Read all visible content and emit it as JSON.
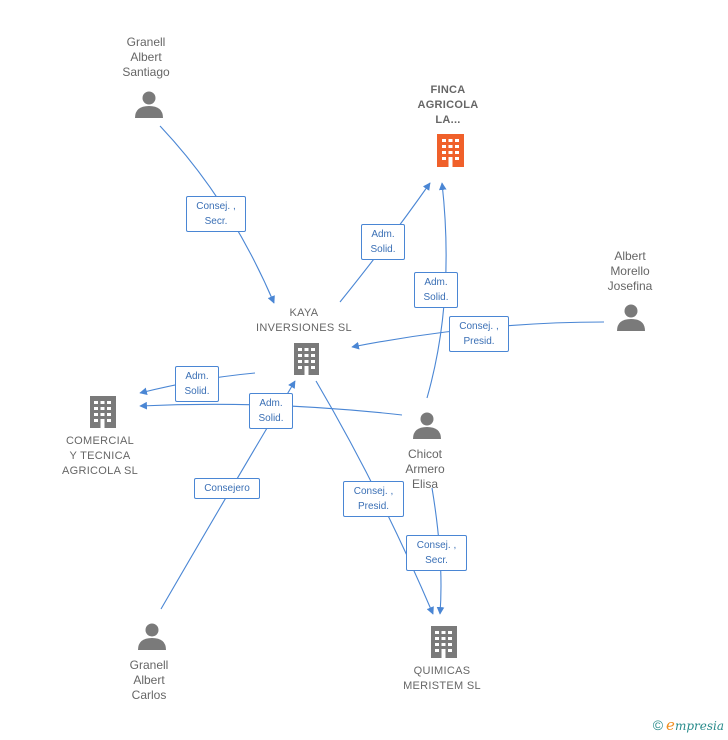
{
  "nodes": {
    "granell_albert_santiago": "Granell\nAlbert\nSantiago",
    "finca_agricola": "FINCA\nAGRICOLA\nLA...",
    "albert_morello_josefina": "Albert\nMorello\nJosefina",
    "kaya_inversiones": "KAYA\nINVERSIONES SL",
    "comercial_tecnica": "COMERCIAL\nY TECNICA\nAGRICOLA SL",
    "chicot_armero_elisa": "Chicot\nArmero\nElisa",
    "granell_albert_carlos": "Granell\nAlbert\nCarlos",
    "quimicas_meristem": "QUIMICAS\nMERISTEM SL"
  },
  "edges": {
    "e1": "Consej. ,\nSecr.",
    "e2": "Adm.\nSolid.",
    "e3": "Adm.\nSolid.",
    "e4": "Consej. ,\nPresid.",
    "e5": "Adm.\nSolid.",
    "e6": "Adm.\nSolid.",
    "e7": "Consejero",
    "e8": "Consej. ,\nPresid.",
    "e9": "Consej. ,\nSecr."
  },
  "colors": {
    "edge": "#4a86d4",
    "person": "#7a7a7a",
    "company": "#7a7a7a",
    "focus_company": "#f0602a"
  },
  "brand": {
    "copyright": "©",
    "e": "e",
    "rest": "mpresia"
  }
}
